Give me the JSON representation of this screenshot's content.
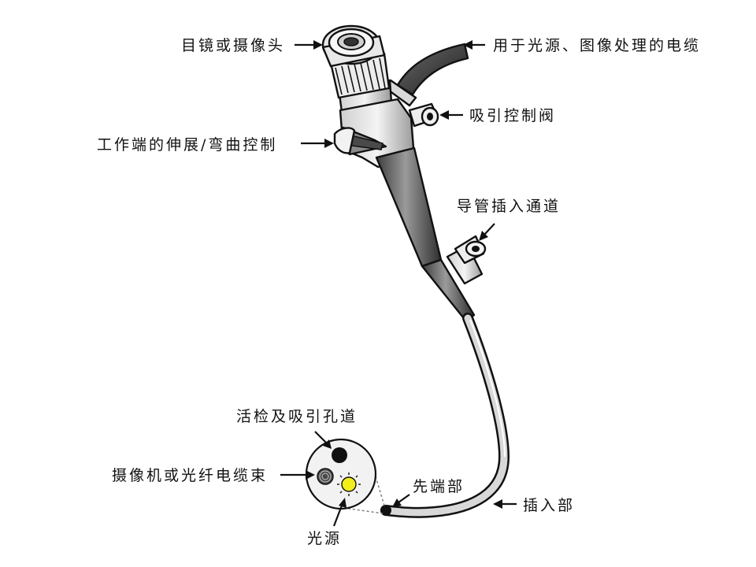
{
  "labels": {
    "eyepiece": "目镜或摄像头",
    "cable": "用于光源、图像处理的电缆",
    "suction_valve": "吸引控制阀",
    "tip_control": "工作端的伸展/弯曲控制",
    "catheter_channel": "导管插入通道",
    "biopsy_channel": "活检及吸引孔道",
    "camera_fiber": "摄像机或光纤电缆束",
    "distal_tip": "先端部",
    "insertion_tube": "插入部",
    "light_source": "光源"
  },
  "colors": {
    "light": "#f2ee1a",
    "ink": "#111111",
    "body_light": "#e6e6e6",
    "body_dark": "#5a5a5a"
  }
}
